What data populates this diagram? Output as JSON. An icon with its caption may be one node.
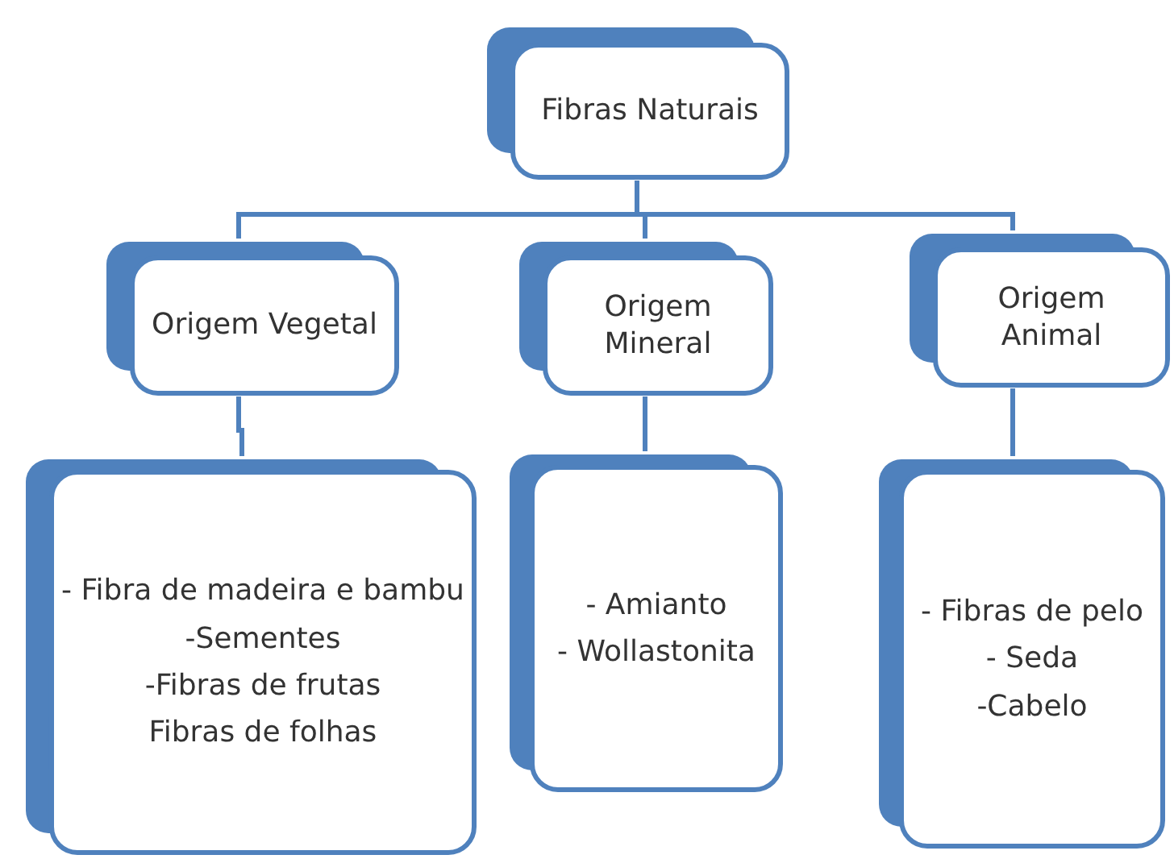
{
  "diagram": {
    "nodes": [
      {
        "text": [
          "Fibras Naturais"
        ]
      },
      {
        "text": [
          "Origem Vegetal"
        ]
      },
      {
        "text": [
          "Origem Mineral"
        ]
      },
      {
        "text": [
          "Origem Animal"
        ]
      },
      {
        "text": [
          "- Fibra de madeira e bambu",
          "-Sementes",
          "-Fibras de frutas",
          "Fibras de folhas"
        ]
      },
      {
        "text": [
          "- Amianto",
          "- Wollastonita"
        ]
      },
      {
        "text": [
          "- Fibras de pelo",
          "- Seda",
          "-Cabelo"
        ]
      }
    ],
    "edges": [
      {
        "from": 0,
        "to": 1,
        "arrow": "none"
      },
      {
        "from": 0,
        "to": 2,
        "arrow": "none"
      },
      {
        "from": 0,
        "to": 3,
        "arrow": "none"
      },
      {
        "from": 1,
        "to": 4,
        "arrow": "none"
      },
      {
        "from": 2,
        "to": 5,
        "arrow": "none"
      },
      {
        "from": 3,
        "to": 6,
        "arrow": "none"
      }
    ]
  }
}
